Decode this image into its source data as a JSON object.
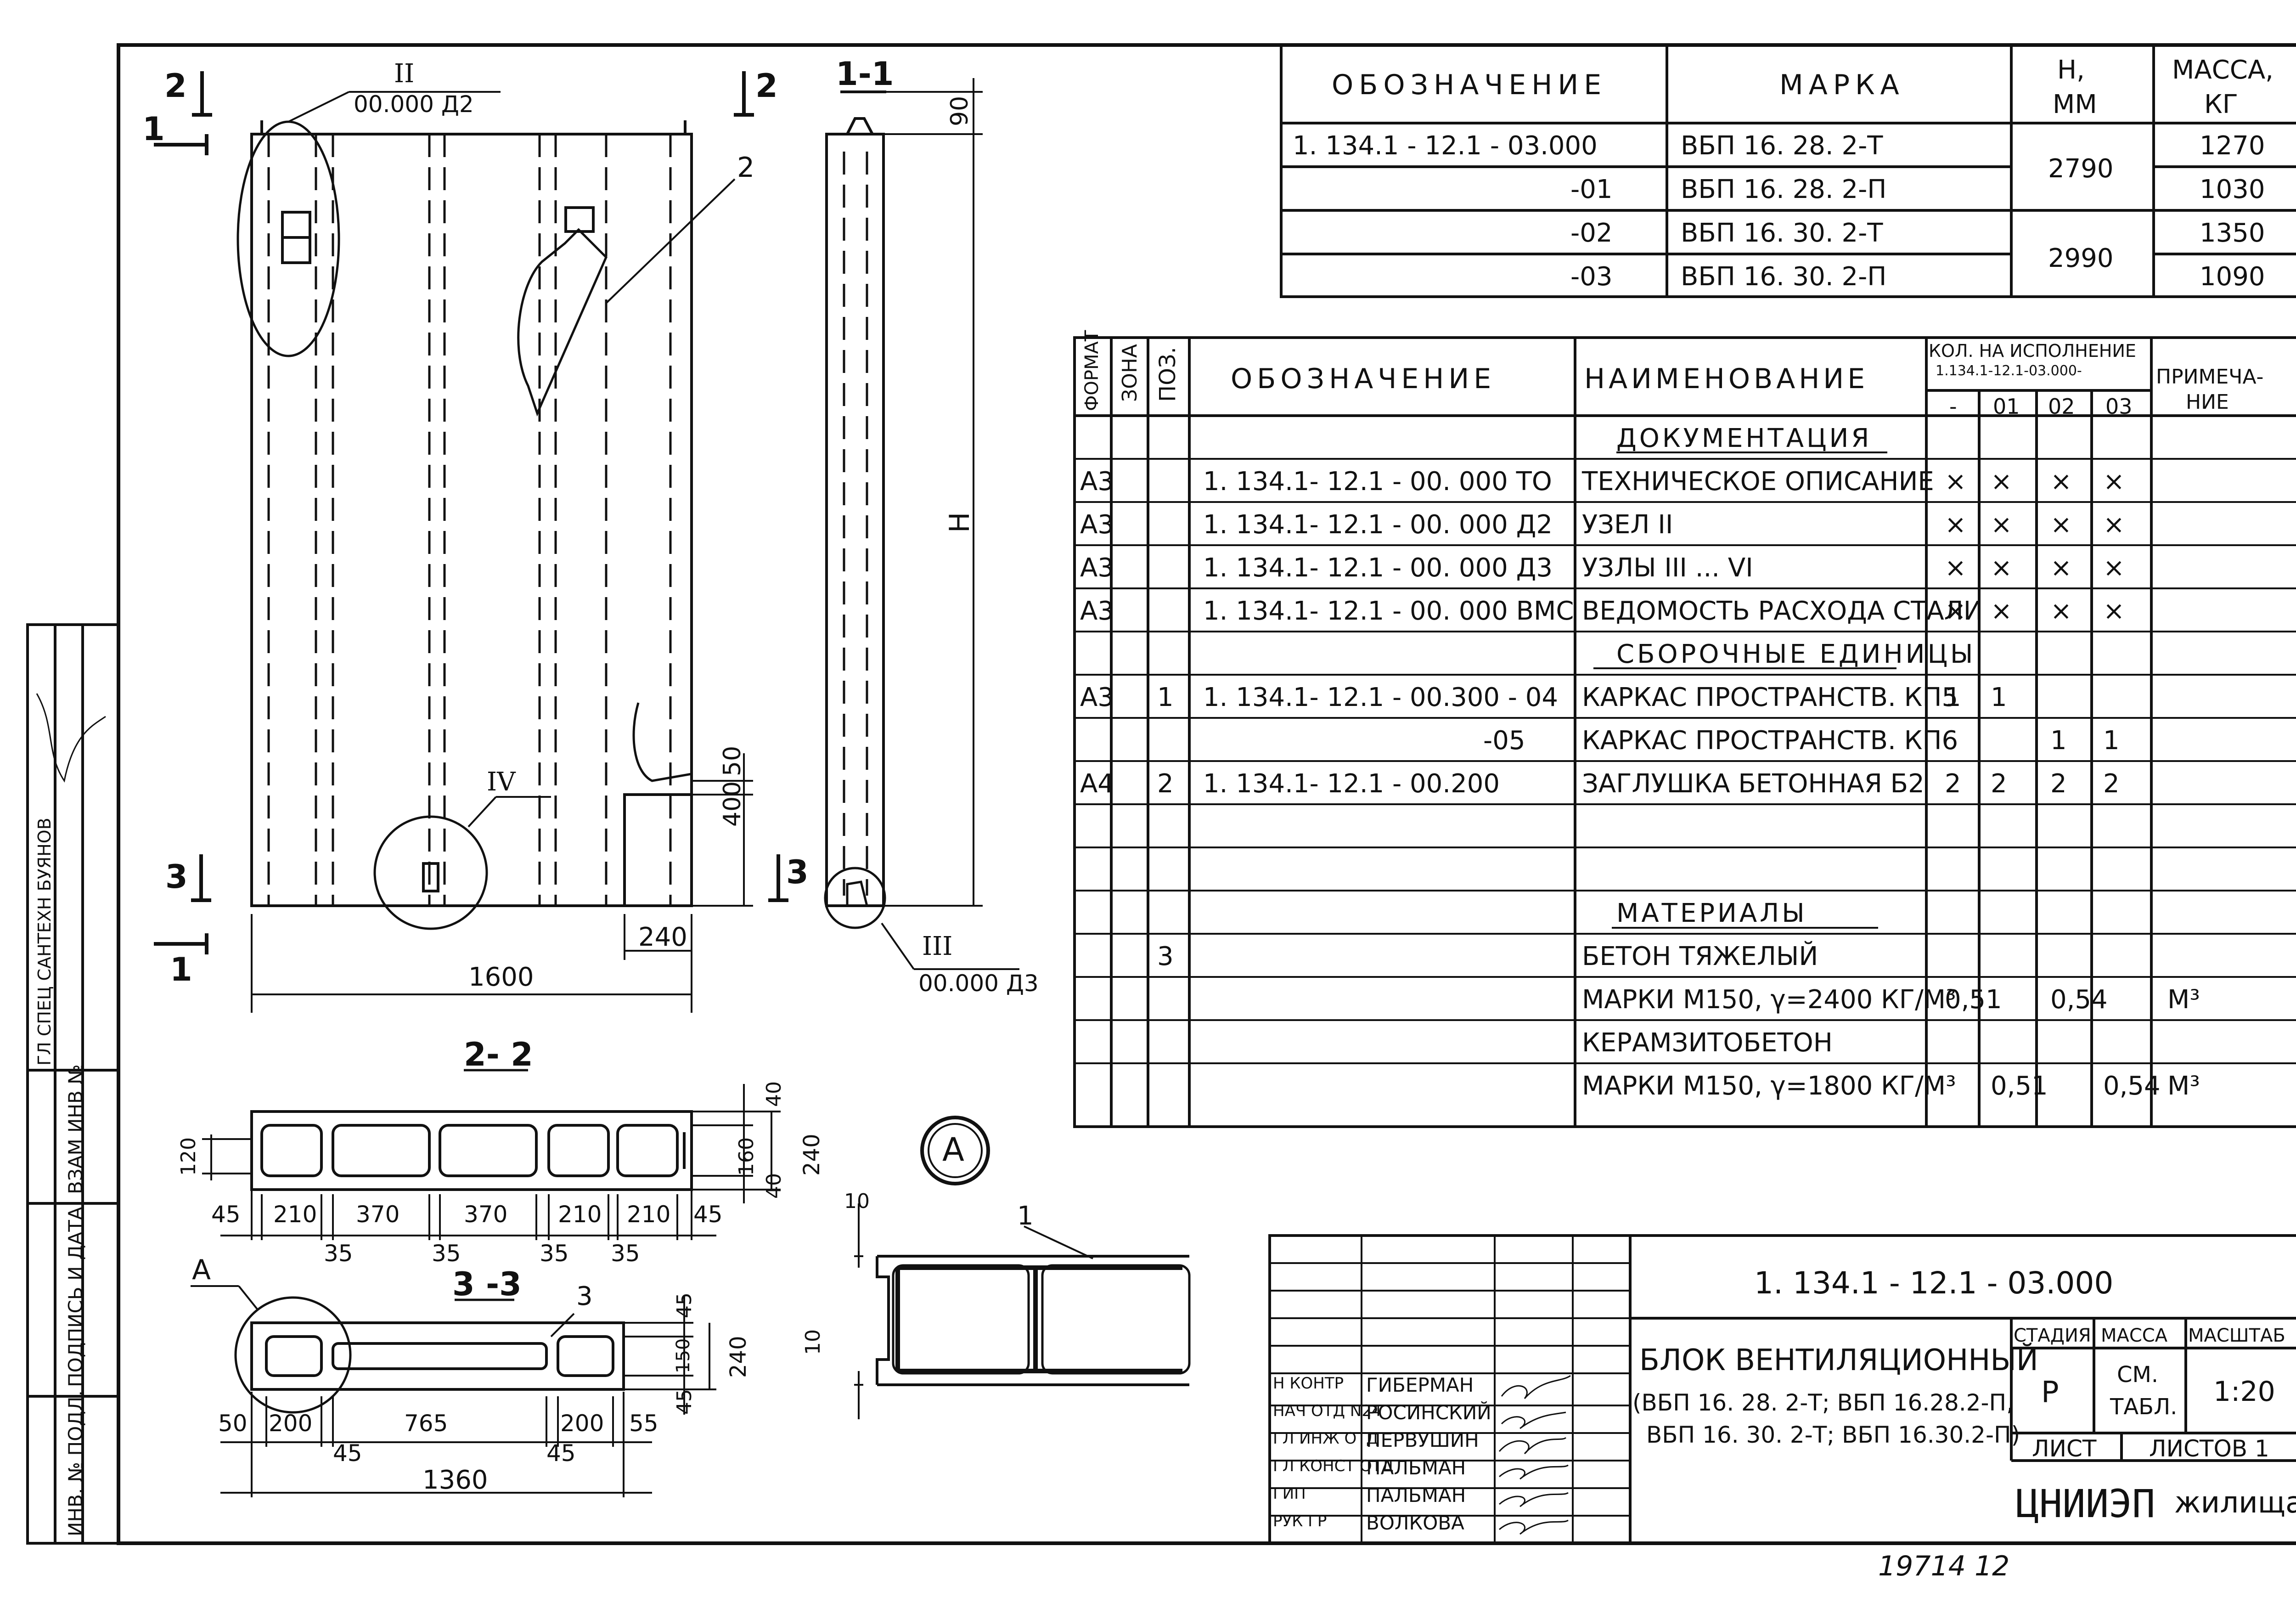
{
  "marks_table": {
    "headers": {
      "designation": "ОБОЗНАЧЕНИЕ",
      "mark": "МАРКА",
      "h": "Н,",
      "h_unit": "ММ",
      "mass": "МАССА,",
      "mass_unit": "КГ"
    },
    "rows": [
      {
        "designation": "1. 134.1 - 12.1 - 03.000",
        "mark": "ВБП 16. 28. 2-Т",
        "mass": "1270"
      },
      {
        "designation": "-01",
        "mark": "ВБП 16. 28. 2-П",
        "mass": "1030"
      },
      {
        "designation": "-02",
        "mark": "ВБП 16. 30. 2-Т",
        "mass": "1350"
      },
      {
        "designation": "-03",
        "mark": "ВБП 16. 30. 2-П",
        "mass": "1090"
      }
    ],
    "h_values": [
      "2790",
      "2990"
    ]
  },
  "spec_table": {
    "headers": {
      "format": "ФОРМАТ",
      "zone": "ЗОНА",
      "pos": "ПОЗ.",
      "designation": "ОБОЗНАЧЕНИЕ",
      "name": "НАИМЕНОВАНИЕ",
      "qty": "КОЛ. НА ИСПОЛНЕНИЕ",
      "qty_sub": "1.134.1-12.1-03.000-",
      "variants": [
        "-",
        "01",
        "02",
        "03"
      ],
      "note": "ПРИМЕЧА-",
      "note2": "НИЕ"
    },
    "rows": [
      {
        "format": "",
        "pos": "",
        "designation": "",
        "name": "ДОКУМЕНТАЦИЯ",
        "section": true,
        "q": [
          "",
          "",
          "",
          ""
        ],
        "note": ""
      },
      {
        "format": "А3",
        "pos": "",
        "designation": "1. 134.1- 12.1 - 00. 000 ТО",
        "name": "ТЕХНИЧЕСКОЕ ОПИСАНИЕ",
        "q": [
          "×",
          "×",
          "×",
          "×"
        ],
        "note": ""
      },
      {
        "format": "А3",
        "pos": "",
        "designation": "1. 134.1- 12.1 - 00. 000 Д2",
        "name": "УЗЕЛ  II",
        "q": [
          "×",
          "×",
          "×",
          "×"
        ],
        "note": ""
      },
      {
        "format": "А3",
        "pos": "",
        "designation": "1. 134.1- 12.1 - 00. 000 Д3",
        "name": "УЗЛЫ  III ... VI",
        "q": [
          "×",
          "×",
          "×",
          "×"
        ],
        "note": ""
      },
      {
        "format": "А3",
        "pos": "",
        "designation": "1. 134.1- 12.1 - 00. 000 ВМС",
        "name": "ВЕДОМОСТЬ РАСХОДА СТАЛИ",
        "q": [
          "×",
          "×",
          "×",
          "×"
        ],
        "note": ""
      },
      {
        "format": "",
        "pos": "",
        "designation": "",
        "name": "СБОРОЧНЫЕ ЕДИНИЦЫ",
        "section": true,
        "q": [
          "",
          "",
          "",
          ""
        ],
        "note": ""
      },
      {
        "format": "А3",
        "pos": "1",
        "designation": "1. 134.1- 12.1 - 00.300 - 04",
        "name": "КАРКАС ПРОСТРАНСТВ. КП5",
        "q": [
          "1",
          "1",
          "",
          ""
        ],
        "note": ""
      },
      {
        "format": "",
        "pos": "",
        "designation": "-05",
        "name": "КАРКАС ПРОСТРАНСТВ. КП6",
        "q": [
          "",
          "",
          "1",
          "1"
        ],
        "note": ""
      },
      {
        "format": "А4",
        "pos": "2",
        "designation": "1. 134.1- 12.1 - 00.200",
        "name": "ЗАГЛУШКА БЕТОННАЯ Б2",
        "q": [
          "2",
          "2",
          "2",
          "2"
        ],
        "note": ""
      },
      {
        "format": "",
        "pos": "",
        "designation": "",
        "name": "",
        "q": [
          "",
          "",
          "",
          ""
        ],
        "note": ""
      },
      {
        "format": "",
        "pos": "",
        "designation": "",
        "name": "",
        "q": [
          "",
          "",
          "",
          ""
        ],
        "note": ""
      },
      {
        "format": "",
        "pos": "",
        "designation": "",
        "name": "МАТЕРИАЛЫ",
        "section": true,
        "q": [
          "",
          "",
          "",
          ""
        ],
        "note": ""
      },
      {
        "format": "",
        "pos": "3",
        "designation": "",
        "name": "БЕТОН ТЯЖЕЛЫЙ",
        "q": [
          "",
          "",
          "",
          ""
        ],
        "note": ""
      },
      {
        "format": "",
        "pos": "",
        "designation": "",
        "name": "МАРКИ М150, γ=2400 КГ/М³",
        "q": [
          "0,51",
          "",
          "0,54",
          ""
        ],
        "note": "М³"
      },
      {
        "format": "",
        "pos": "",
        "designation": "",
        "name": "КЕРАМЗИТОБЕТОН",
        "q": [
          "",
          "",
          "",
          ""
        ],
        "note": ""
      },
      {
        "format": "",
        "pos": "",
        "designation": "",
        "name": "МАРКИ М150, γ=1800 КГ/М³",
        "q": [
          "",
          "0,51",
          "",
          "0,54"
        ],
        "note": "М³"
      }
    ]
  },
  "title_block": {
    "doc_number": "1. 134.1 - 12.1 - 03.000",
    "title": "БЛОК ВЕНТИЛЯЦИОННЫЙ",
    "subtitle1": "(ВБП 16. 28. 2-Т;  ВБП 16.28.2-П,",
    "subtitle2": "ВБП 16. 30. 2-Т;  ВБП 16.30.2-П)",
    "stage_label": "СТАДИЯ",
    "mass_label": "МАССА",
    "scale_label": "МАСШТАБ",
    "stage": "Р",
    "mass_value1": "СМ.",
    "mass_value2": "ТАБЛ.",
    "scale": "1:20",
    "sheet_label": "ЛИСТ",
    "sheets_label": "ЛИСТОВ 1",
    "org": "ЦНИИЭП",
    "org2": "жилища",
    "signatures": [
      {
        "role": "Н КОНТР",
        "name": "ГИБЕРМАН"
      },
      {
        "role": "НАЧ ОТД N24",
        "name": "РОСИНСКИЙ"
      },
      {
        "role": "ГЛ ИНЖ ОТД",
        "name": "ПЕРВУШИН"
      },
      {
        "role": "ГЛ КОНСТ ОТД",
        "name": "ПАЛЬМАН"
      },
      {
        "role": "ГИП",
        "name": "ПАЛЬМАН"
      },
      {
        "role": "РУК ГР",
        "name": "ВОЛКОВА"
      }
    ]
  },
  "side_stamp": {
    "inv_orig": "ИНВ. № ПОДЛ.",
    "sign_date": "ПОДПИСЬ И ДАТА",
    "inv_replace": "ВЗАМ ИНВ №",
    "engineer": "ГЛ СПЕЦ САНТЕХН БУЯНОВ"
  },
  "footer": {
    "archive": "19714   12"
  },
  "drawing": {
    "labels": {
      "section_2": "2",
      "section_1": "1",
      "section_3": "3",
      "node_2": "II",
      "node_2_ref": "00.000 Д2",
      "node_3": "III",
      "node_3_ref": "00.000 Д3",
      "node_4": "IV",
      "section_1_1": "1-1",
      "section_2_2": "2- 2",
      "section_3_3": "3 -3",
      "pos_2": "2",
      "pos_1": "1",
      "pos_3": "3",
      "view_a": "А",
      "detail_a": "А",
      "height_h": "Н"
    },
    "dims_front": {
      "width": "1600",
      "d240": "240",
      "d400": "400",
      "d50": "50"
    },
    "dims_section_1_1": {
      "top": "90"
    },
    "dims_2_2": {
      "d40_top": "40",
      "d160": "160",
      "d40_bot": "40",
      "d240": "240",
      "d120": "120",
      "row": [
        "45",
        "210",
        "370",
        "370",
        "210",
        "210",
        "45"
      ],
      "row2": [
        "35",
        "35",
        "35",
        "35"
      ]
    },
    "dims_3_3": {
      "d45_top": "45",
      "d150": "150",
      "d45_bot": "45",
      "d240": "240",
      "row": [
        "50",
        "200",
        "765",
        "200",
        "55"
      ],
      "row2": [
        "45",
        "45"
      ],
      "total": "1360"
    },
    "dims_detail": {
      "d10_top": "10",
      "d10_bot": "10"
    }
  }
}
